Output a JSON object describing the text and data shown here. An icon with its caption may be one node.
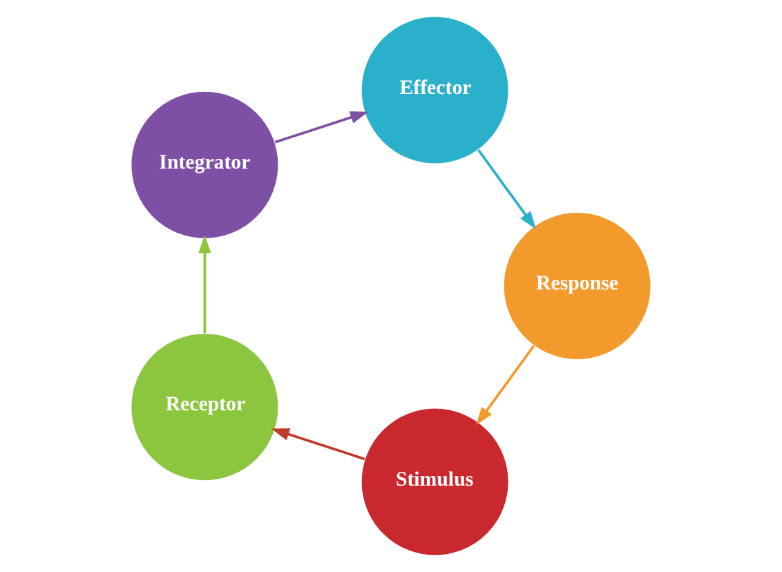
{
  "diagram": {
    "nodes": [
      {
        "text": [
          "Stimulus"
        ]
      },
      {
        "text": [
          "Receptor"
        ]
      },
      {
        "text": [
          "Integrator"
        ]
      },
      {
        "text": [
          "Effector"
        ]
      },
      {
        "text": [
          "Response"
        ]
      }
    ],
    "edges": [
      {
        "from": 0,
        "to": 1,
        "arrow": "to",
        "color": "#c0392b"
      },
      {
        "from": 1,
        "to": 2,
        "arrow": "to",
        "color": "#8cc63f"
      },
      {
        "from": 2,
        "to": 3,
        "arrow": "to",
        "color": "#7d4fa5"
      },
      {
        "from": 3,
        "to": 4,
        "arrow": "to",
        "color": "#2bb0cc"
      },
      {
        "from": 4,
        "to": 0,
        "arrow": "to",
        "color": "#f39a2c"
      }
    ]
  }
}
